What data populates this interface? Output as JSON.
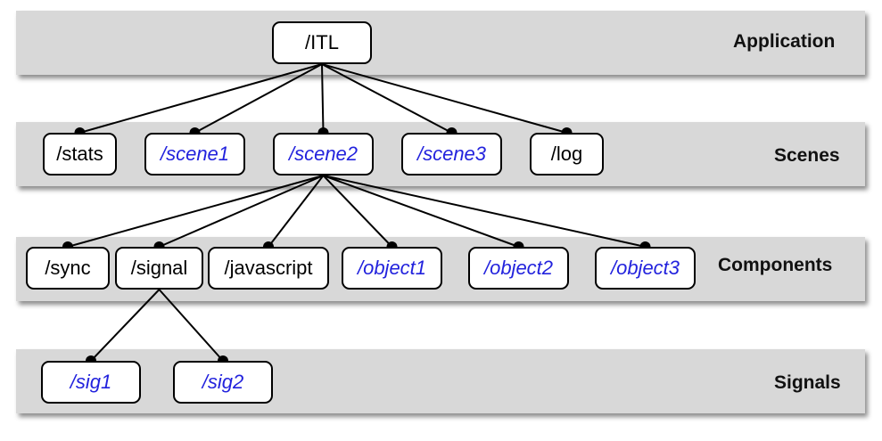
{
  "layers": {
    "application": "Application",
    "scenes": "Scenes",
    "components": "Components",
    "signals": "Signals"
  },
  "nodes": {
    "itl": "/ITL",
    "stats": "/stats",
    "scene1": "/scene1",
    "scene2": "/scene2",
    "scene3": "/scene3",
    "log": "/log",
    "sync": "/sync",
    "signal": "/signal",
    "javascript": "/javascript",
    "object1": "/object1",
    "object2": "/object2",
    "object3": "/object3",
    "sig1": "/sig1",
    "sig2": "/sig2"
  },
  "colors": {
    "band": "#d8d8d8",
    "instance_text": "#2222dd",
    "static_text": "#000000"
  },
  "styles": {
    "instance_nodes": [
      "scene1",
      "scene2",
      "scene3",
      "object1",
      "object2",
      "object3",
      "sig1",
      "sig2"
    ]
  },
  "edges": [
    [
      "itl",
      "stats"
    ],
    [
      "itl",
      "scene1"
    ],
    [
      "itl",
      "scene2"
    ],
    [
      "itl",
      "scene3"
    ],
    [
      "itl",
      "log"
    ],
    [
      "scene2",
      "sync"
    ],
    [
      "scene2",
      "signal"
    ],
    [
      "scene2",
      "javascript"
    ],
    [
      "scene2",
      "object1"
    ],
    [
      "scene2",
      "object2"
    ],
    [
      "scene2",
      "object3"
    ],
    [
      "signal",
      "sig1"
    ],
    [
      "signal",
      "sig2"
    ]
  ]
}
